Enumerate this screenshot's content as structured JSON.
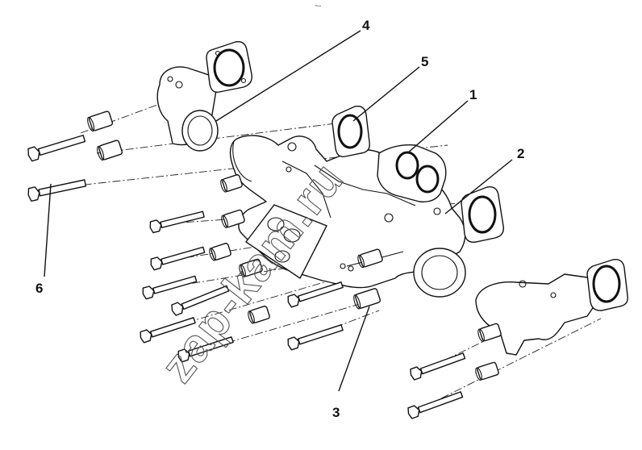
{
  "header_mark": "~-",
  "watermark": "zap-kam.ru",
  "callouts": [
    {
      "number": "1",
      "part": "exhaust manifold gasket (twin port)"
    },
    {
      "number": "2",
      "part": "exhaust manifold"
    },
    {
      "number": "3",
      "part": "spacer sleeve"
    },
    {
      "number": "4",
      "part": "outlet elbow"
    },
    {
      "number": "5",
      "part": "flange gasket"
    },
    {
      "number": "6",
      "part": "bolt"
    }
  ],
  "colors": {
    "line": "#111111",
    "background": "#ffffff",
    "watermark": "#555555"
  }
}
